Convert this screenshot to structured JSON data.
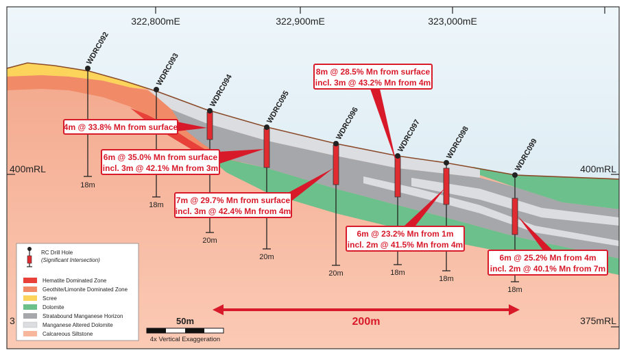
{
  "easting_labels": [
    "322,800mE",
    "322,900mE",
    "323,000mE"
  ],
  "rl_labels": {
    "left_400": "400mRL",
    "right_400": "400mRL",
    "right_375": "375mRL",
    "left_375_partial": "3"
  },
  "drill_holes": [
    {
      "name": "WDRC092",
      "depth": "18m"
    },
    {
      "name": "WDRC093",
      "depth": "18m"
    },
    {
      "name": "WDRC094",
      "depth": "20m"
    },
    {
      "name": "WDRC095",
      "depth": "20m"
    },
    {
      "name": "WDRC096",
      "depth": "20m"
    },
    {
      "name": "WDRC097",
      "depth": "18m"
    },
    {
      "name": "WDRC098",
      "depth": "18m"
    },
    {
      "name": "WDRC099",
      "depth": "18m"
    }
  ],
  "callouts": [
    {
      "lines": [
        "4m @ 33.8% Mn from surface"
      ]
    },
    {
      "lines": [
        "6m @ 35.0% Mn from surface",
        "incl. 3m @ 42.1% Mn from 3m"
      ]
    },
    {
      "lines": [
        "7m @ 29.7% Mn from surface",
        "incl. 3m @ 42.4% Mn from 4m"
      ]
    },
    {
      "lines": [
        "8m @ 28.5% Mn from surface",
        "incl. 3m @ 43.2% Mn from 4m"
      ]
    },
    {
      "lines": [
        "6m @ 23.2% Mn from 1m",
        "incl. 2m @ 41.5% Mn from 4m"
      ]
    },
    {
      "lines": [
        "6m @ 25.2% Mn from 4m",
        "incl. 2m @ 40.1% Mn from 7m"
      ]
    }
  ],
  "legend": {
    "drill_title": "RC Drill Hole",
    "drill_sub": "(Significant Intersection)",
    "items": [
      {
        "label": "Hematite Dominated Zone",
        "color": "#e8413a"
      },
      {
        "label": "Geothite/Limonite Dominated Zone",
        "color": "#f08a67"
      },
      {
        "label": "Scree",
        "color": "#fcd45b"
      },
      {
        "label": "Dolomite",
        "color": "#6cc08b"
      },
      {
        "label": "Stratabound Manganese Horizon",
        "color": "#a5a7aa"
      },
      {
        "label": "Manganese Altered Dolomite",
        "color": "#dcdde0"
      },
      {
        "label": "Calcareous Siltstone",
        "color": "#f7b79d"
      }
    ]
  },
  "scale_bar": {
    "label": "50m",
    "sub": "4x Vertical Exaggeration"
  },
  "distance": {
    "label": "200m"
  },
  "colors": {
    "sky": "#d5e8f1",
    "siltstone": "#f7b79d",
    "intersection": "#e02c30",
    "callout_red": "#d8192a"
  }
}
